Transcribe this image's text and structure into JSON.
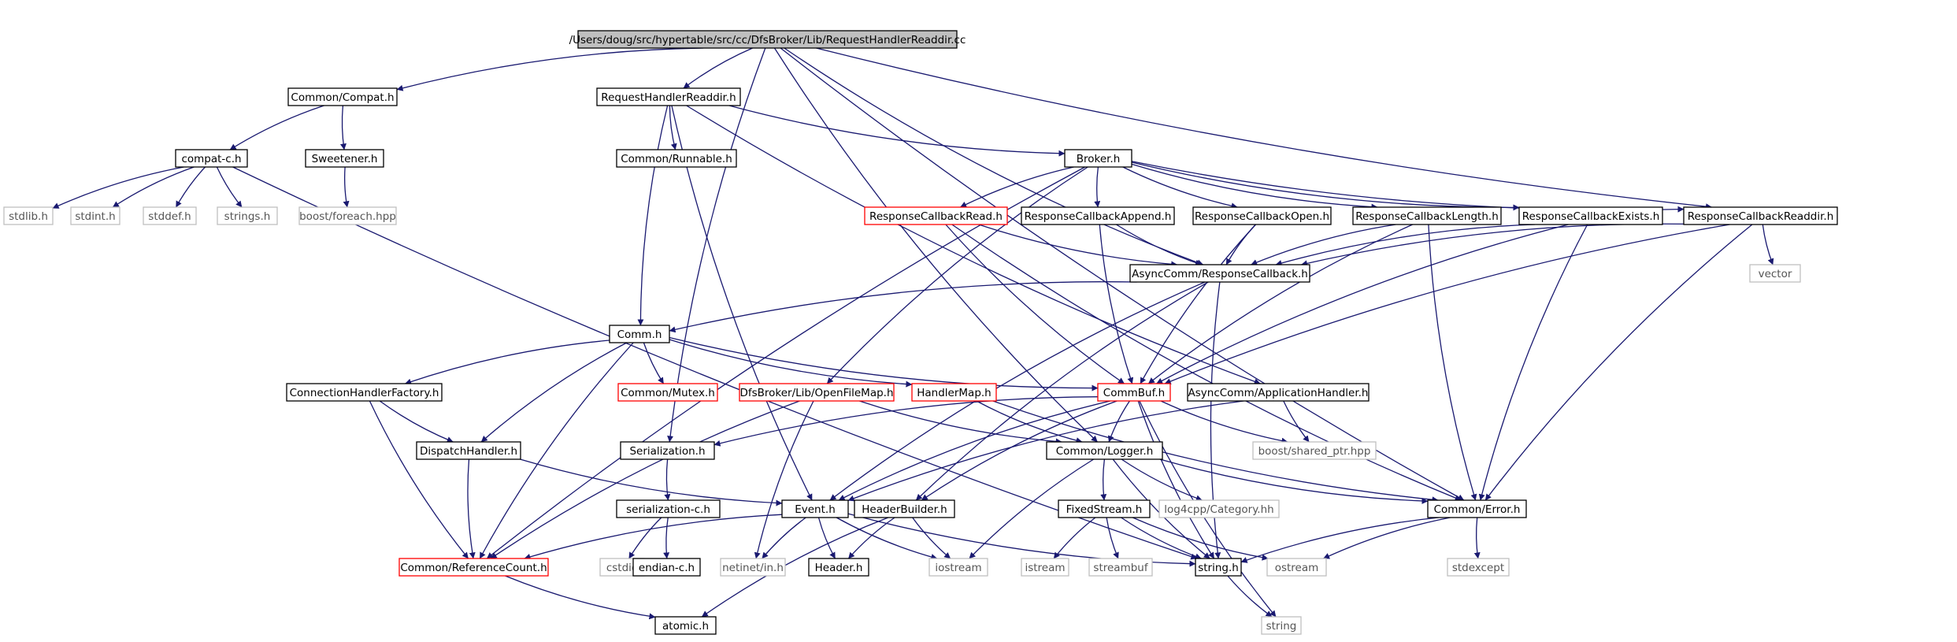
{
  "colors": {
    "edge": "#191970",
    "root_fill": "#bfbfbf",
    "node_stroke": "#000000",
    "missing_stroke": "#bfbfbf",
    "missing_text": "#555555",
    "incomplete_stroke": "#ff0000"
  },
  "nodes": {
    "root": {
      "label": "/Users/doug/src/hypertable/src/cc/DfsBroker/Lib/RequestHandlerReaddir.cc",
      "kind": "root"
    },
    "compat": {
      "label": "Common/Compat.h",
      "kind": "normal"
    },
    "rhr": {
      "label": "RequestHandlerReaddir.h",
      "kind": "normal"
    },
    "compatc": {
      "label": "compat-c.h",
      "kind": "normal"
    },
    "sweetener": {
      "label": "Sweetener.h",
      "kind": "normal"
    },
    "runnable": {
      "label": "Common/Runnable.h",
      "kind": "normal"
    },
    "broker": {
      "label": "Broker.h",
      "kind": "normal"
    },
    "stdlib": {
      "label": "stdlib.h",
      "kind": "missing"
    },
    "stdint": {
      "label": "stdint.h",
      "kind": "missing"
    },
    "stddef": {
      "label": "stddef.h",
      "kind": "missing"
    },
    "strings": {
      "label": "strings.h",
      "kind": "missing"
    },
    "foreach": {
      "label": "boost/foreach.hpp",
      "kind": "missing"
    },
    "rcread": {
      "label": "ResponseCallbackRead.h",
      "kind": "incomplete"
    },
    "rcappend": {
      "label": "ResponseCallbackAppend.h",
      "kind": "normal"
    },
    "rcopen": {
      "label": "ResponseCallbackOpen.h",
      "kind": "normal"
    },
    "rclength": {
      "label": "ResponseCallbackLength.h",
      "kind": "normal"
    },
    "rcexists": {
      "label": "ResponseCallbackExists.h",
      "kind": "normal"
    },
    "rcreaddir": {
      "label": "ResponseCallbackReaddir.h",
      "kind": "normal"
    },
    "vector": {
      "label": "vector",
      "kind": "missing"
    },
    "asyncrc": {
      "label": "AsyncComm/ResponseCallback.h",
      "kind": "normal"
    },
    "comm": {
      "label": "Comm.h",
      "kind": "normal"
    },
    "chf": {
      "label": "ConnectionHandlerFactory.h",
      "kind": "normal"
    },
    "mutex": {
      "label": "Common/Mutex.h",
      "kind": "incomplete"
    },
    "openfilemap": {
      "label": "DfsBroker/Lib/OpenFileMap.h",
      "kind": "incomplete"
    },
    "handlermap": {
      "label": "HandlerMap.h",
      "kind": "incomplete"
    },
    "commbuf": {
      "label": "CommBuf.h",
      "kind": "incomplete"
    },
    "apphandler": {
      "label": "AsyncComm/ApplicationHandler.h",
      "kind": "normal"
    },
    "dispatch": {
      "label": "DispatchHandler.h",
      "kind": "normal"
    },
    "serial": {
      "label": "Serialization.h",
      "kind": "normal"
    },
    "logger": {
      "label": "Common/Logger.h",
      "kind": "normal"
    },
    "sharedptr": {
      "label": "boost/shared_ptr.hpp",
      "kind": "missing"
    },
    "serialc": {
      "label": "serialization-c.h",
      "kind": "normal"
    },
    "event": {
      "label": "Event.h",
      "kind": "normal"
    },
    "headerbuilder": {
      "label": "HeaderBuilder.h",
      "kind": "normal"
    },
    "fixedstream": {
      "label": "FixedStream.h",
      "kind": "normal"
    },
    "log4cpp": {
      "label": "log4cpp/Category.hh",
      "kind": "missing"
    },
    "error": {
      "label": "Common/Error.h",
      "kind": "normal"
    },
    "refcount": {
      "label": "Common/ReferenceCount.h",
      "kind": "incomplete"
    },
    "cstdio": {
      "label": "cstdio",
      "kind": "missing"
    },
    "endian": {
      "label": "endian-c.h",
      "kind": "normal"
    },
    "netinet": {
      "label": "netinet/in.h",
      "kind": "missing"
    },
    "header": {
      "label": "Header.h",
      "kind": "normal"
    },
    "iostream": {
      "label": "iostream",
      "kind": "missing"
    },
    "istream": {
      "label": "istream",
      "kind": "missing"
    },
    "streambuf": {
      "label": "streambuf",
      "kind": "missing"
    },
    "string_h": {
      "label": "string.h",
      "kind": "normal"
    },
    "ostream": {
      "label": "ostream",
      "kind": "missing"
    },
    "stdexcept": {
      "label": "stdexcept",
      "kind": "missing"
    },
    "atomic": {
      "label": "atomic.h",
      "kind": "normal"
    },
    "string": {
      "label": "string",
      "kind": "missing"
    }
  },
  "edges": [
    [
      "root",
      "compat"
    ],
    [
      "root",
      "rhr"
    ],
    [
      "root",
      "serial"
    ],
    [
      "root",
      "asyncrc"
    ],
    [
      "root",
      "rcreaddir"
    ],
    [
      "root",
      "logger"
    ],
    [
      "root",
      "error"
    ],
    [
      "compat",
      "compatc"
    ],
    [
      "compat",
      "sweetener"
    ],
    [
      "compatc",
      "stdlib"
    ],
    [
      "compatc",
      "stdint"
    ],
    [
      "compatc",
      "stddef"
    ],
    [
      "compatc",
      "strings"
    ],
    [
      "compatc",
      "string_h"
    ],
    [
      "sweetener",
      "foreach"
    ],
    [
      "rhr",
      "runnable"
    ],
    [
      "rhr",
      "broker"
    ],
    [
      "rhr",
      "comm"
    ],
    [
      "rhr",
      "event"
    ],
    [
      "rhr",
      "apphandler"
    ],
    [
      "broker",
      "rcread"
    ],
    [
      "broker",
      "rcappend"
    ],
    [
      "broker",
      "rcopen"
    ],
    [
      "broker",
      "rclength"
    ],
    [
      "broker",
      "rcexists"
    ],
    [
      "broker",
      "rcreaddir"
    ],
    [
      "broker",
      "openfilemap"
    ],
    [
      "broker",
      "refcount"
    ],
    [
      "rcread",
      "asyncrc"
    ],
    [
      "rcread",
      "commbuf"
    ],
    [
      "rcread",
      "error"
    ],
    [
      "rcappend",
      "asyncrc"
    ],
    [
      "rcappend",
      "commbuf"
    ],
    [
      "rcopen",
      "asyncrc"
    ],
    [
      "rcopen",
      "commbuf"
    ],
    [
      "rclength",
      "asyncrc"
    ],
    [
      "rclength",
      "commbuf"
    ],
    [
      "rclength",
      "error"
    ],
    [
      "rcexists",
      "asyncrc"
    ],
    [
      "rcexists",
      "commbuf"
    ],
    [
      "rcexists",
      "error"
    ],
    [
      "rcreaddir",
      "asyncrc"
    ],
    [
      "rcreaddir",
      "commbuf"
    ],
    [
      "rcreaddir",
      "vector"
    ],
    [
      "rcreaddir",
      "error"
    ],
    [
      "asyncrc",
      "comm"
    ],
    [
      "asyncrc",
      "event"
    ],
    [
      "asyncrc",
      "headerbuilder"
    ],
    [
      "asyncrc",
      "string_h"
    ],
    [
      "comm",
      "chf"
    ],
    [
      "comm",
      "mutex"
    ],
    [
      "comm",
      "handlermap"
    ],
    [
      "comm",
      "commbuf"
    ],
    [
      "comm",
      "dispatch"
    ],
    [
      "comm",
      "refcount"
    ],
    [
      "chf",
      "dispatch"
    ],
    [
      "chf",
      "refcount"
    ],
    [
      "openfilemap",
      "logger"
    ],
    [
      "openfilemap",
      "netinet"
    ],
    [
      "openfilemap",
      "refcount"
    ],
    [
      "handlermap",
      "logger"
    ],
    [
      "handlermap",
      "error"
    ],
    [
      "commbuf",
      "serial"
    ],
    [
      "commbuf",
      "logger"
    ],
    [
      "commbuf",
      "event"
    ],
    [
      "commbuf",
      "headerbuilder"
    ],
    [
      "commbuf",
      "sharedptr"
    ],
    [
      "commbuf",
      "string"
    ],
    [
      "commbuf",
      "string_h"
    ],
    [
      "apphandler",
      "event"
    ],
    [
      "apphandler",
      "sharedptr"
    ],
    [
      "dispatch",
      "event"
    ],
    [
      "dispatch",
      "refcount"
    ],
    [
      "serial",
      "serialc"
    ],
    [
      "serialc",
      "cstdio"
    ],
    [
      "serialc",
      "endian"
    ],
    [
      "logger",
      "fixedstream"
    ],
    [
      "logger",
      "log4cpp"
    ],
    [
      "logger",
      "error"
    ],
    [
      "logger",
      "iostream"
    ],
    [
      "logger",
      "string_h"
    ],
    [
      "fixedstream",
      "istream"
    ],
    [
      "fixedstream",
      "streambuf"
    ],
    [
      "fixedstream",
      "string_h"
    ],
    [
      "fixedstream",
      "ostream"
    ],
    [
      "event",
      "refcount"
    ],
    [
      "event",
      "netinet"
    ],
    [
      "event",
      "header"
    ],
    [
      "event",
      "iostream"
    ],
    [
      "event",
      "string_h"
    ],
    [
      "headerbuilder",
      "header"
    ],
    [
      "headerbuilder",
      "iostream"
    ],
    [
      "headerbuilder",
      "atomic"
    ],
    [
      "error",
      "stdexcept"
    ],
    [
      "error",
      "string_h"
    ],
    [
      "error",
      "ostream"
    ],
    [
      "refcount",
      "atomic"
    ],
    [
      "string_h",
      "string"
    ]
  ]
}
